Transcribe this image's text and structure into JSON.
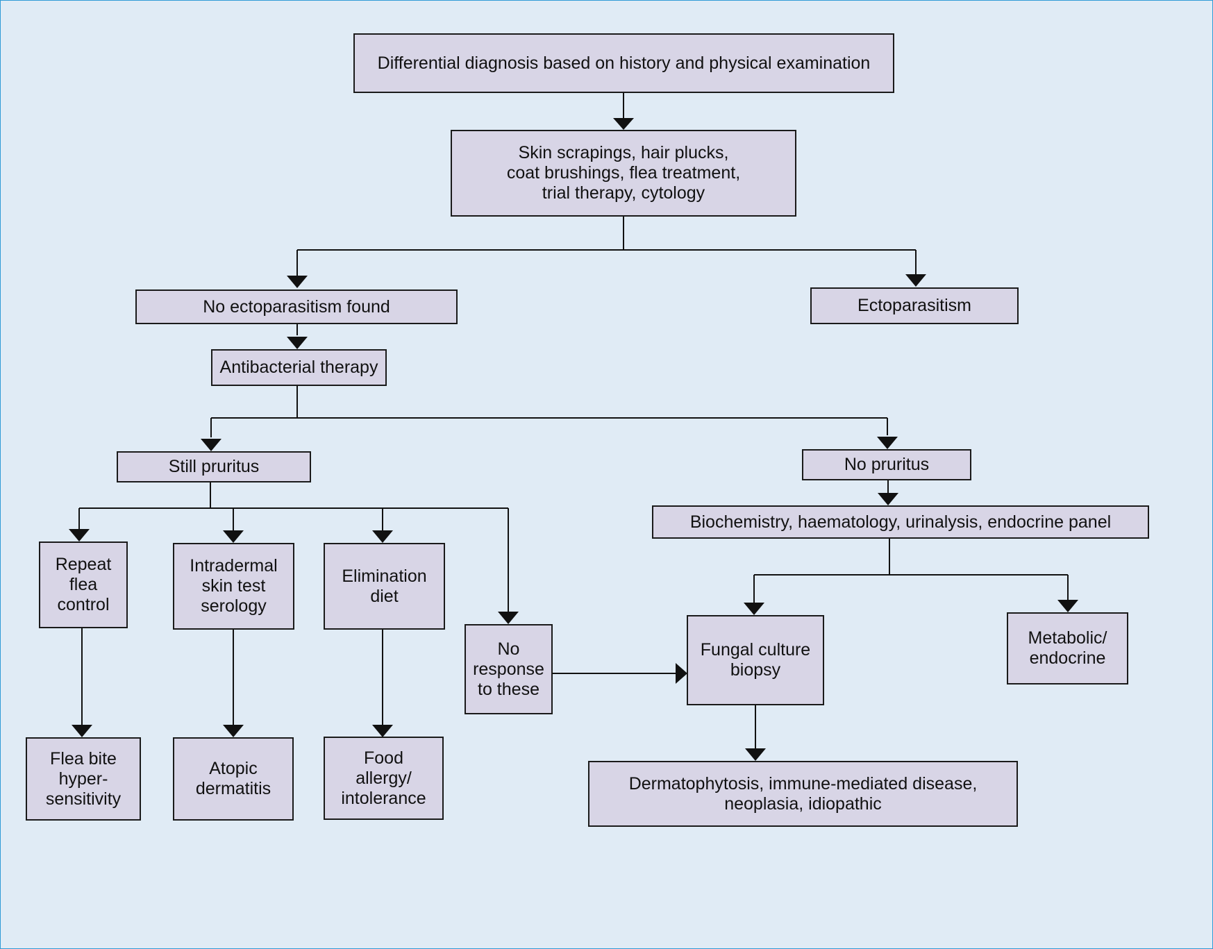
{
  "nodes": {
    "differential": "Differential diagnosis based on history and physical examination",
    "skin_tests": "Skin scrapings, hair plucks,\ncoat brushings, flea treatment,\ntrial therapy, cytology",
    "no_ecto": "No ectoparasitism found",
    "ecto": "Ectoparasitism",
    "antibacterial": "Antibacterial therapy",
    "still_pruritus": "Still pruritus",
    "no_pruritus": "No pruritus",
    "biochem": "Biochemistry, haematology, urinalysis, endocrine panel",
    "repeat_flea": "Repeat\nflea\ncontrol",
    "intradermal": "Intradermal\nskin test\nserology",
    "elimination": "Elimination\ndiet",
    "no_response": "No\nresponse\nto these",
    "fungal": "Fungal culture\nbiopsy",
    "metabolic": "Metabolic/\nendocrine",
    "flea_bite": "Flea bite\nhyper-\nsensitivity",
    "atopic": "Atopic\ndermatitis",
    "food_allergy": "Food\nallergy/\nintolerance",
    "dermatophytosis": "Dermatophytosis, immune-mediated disease,\nneoplasia, idiopathic"
  },
  "colors": {
    "background": "#e0ebf5",
    "box_fill": "#d8d5e6",
    "line": "#1a1a1a",
    "frame": "#2f9bd6"
  }
}
